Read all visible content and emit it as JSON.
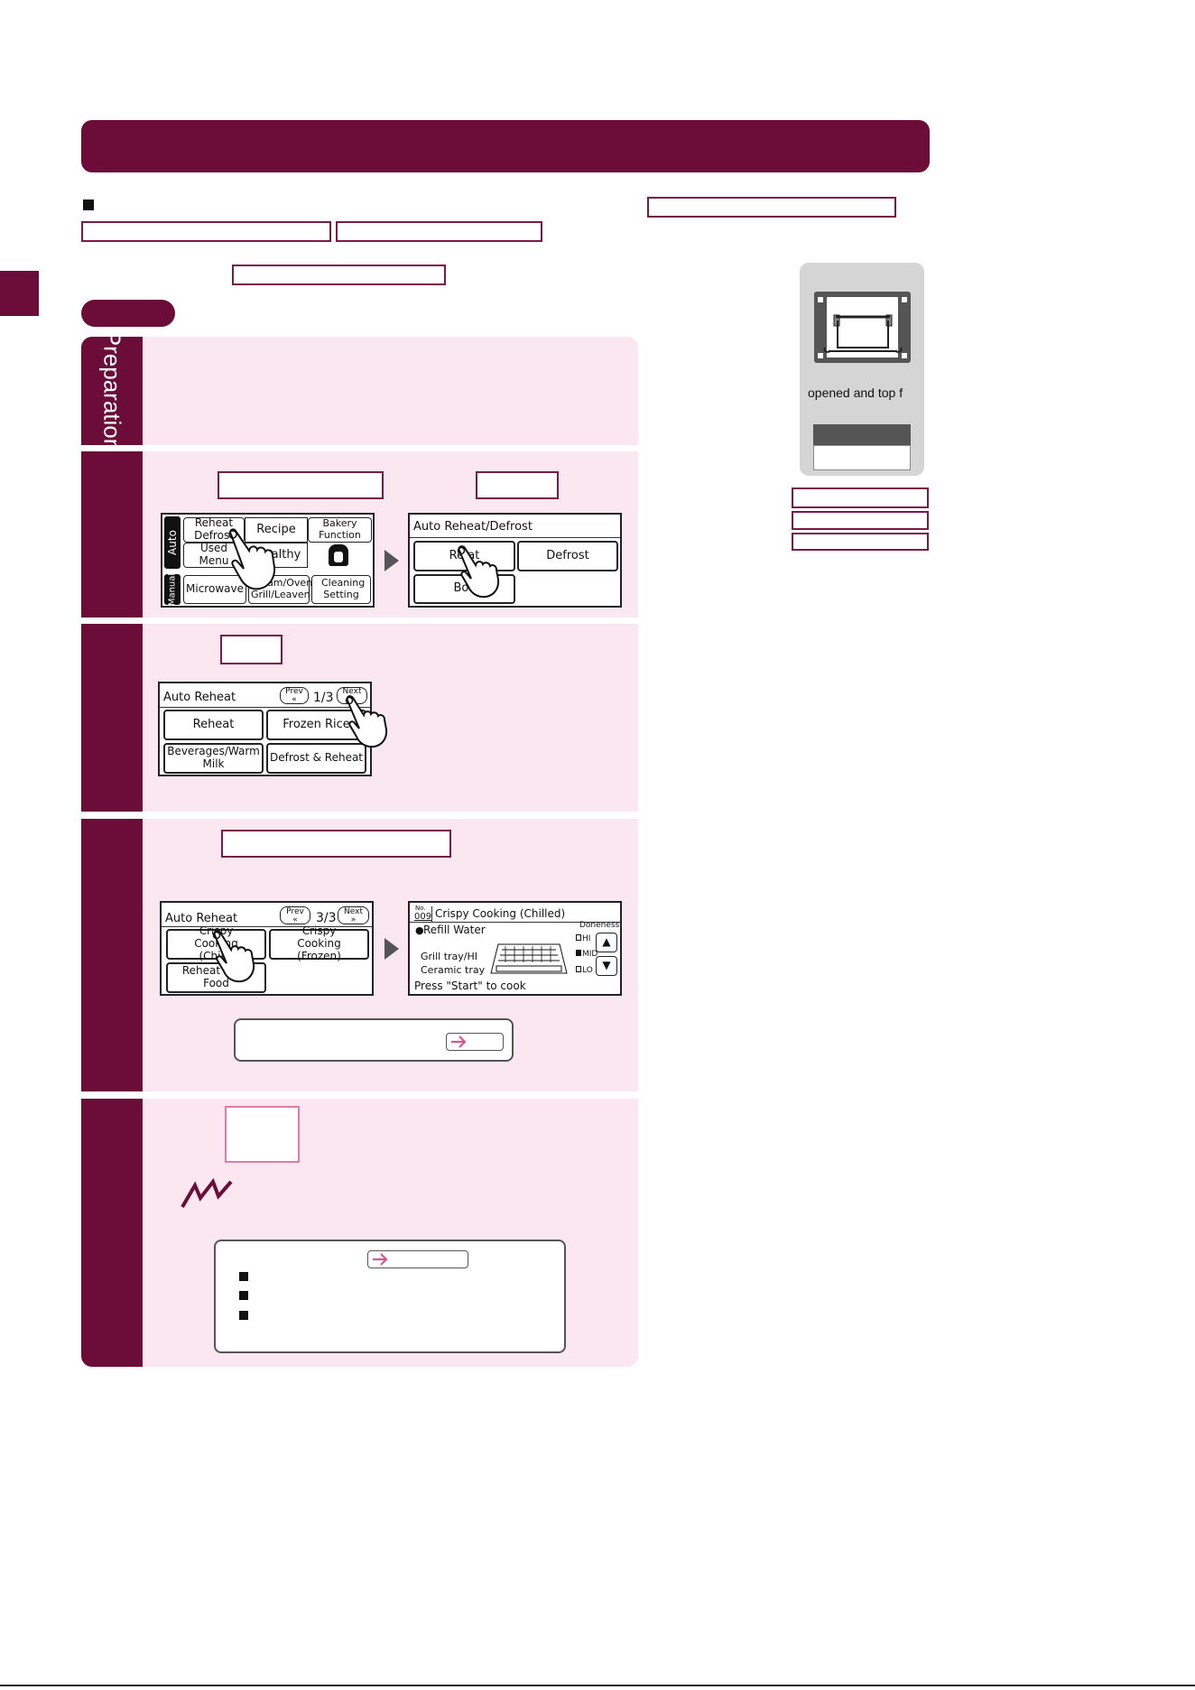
{
  "section": {
    "vertical_label": "Preparation"
  },
  "screen_main_menu": {
    "auto_label": "Auto",
    "manual_label": "Manual",
    "reheat_defrost": "Reheat Defrost",
    "recipe": "Recipe",
    "bakery_function": "Bakery Function",
    "used_menu": "Used Menu",
    "healthy": "ealthy",
    "microwave": "Microwave",
    "steam_oven": "Steam/Oven Grill/Leaven",
    "cleaning_setting": "Cleaning Setting"
  },
  "screen_reheat_defrost": {
    "header": "Auto Reheat/Defrost",
    "reheat": "Re at",
    "defrost": "Defrost",
    "boil": "Boil"
  },
  "screen_auto_reheat_1": {
    "header": "Auto Reheat",
    "prev": "Prev",
    "page": "1/3",
    "next": "Next",
    "items": [
      "Reheat",
      "Frozen Rice",
      "Beverages/Warm Milk",
      "Defrost & Reheat"
    ]
  },
  "screen_auto_reheat_3": {
    "header": "Auto Reheat",
    "prev": "Prev",
    "page": "3/3",
    "next": "Next",
    "crispy_chilled": "Crispy Cooking (Chille",
    "crispy_frozen": "Crispy Cooking (Frozen)",
    "reheat_fried": "Reheat Fried Food"
  },
  "screen_crispy_detail": {
    "no_label": "No.",
    "no_value": "009",
    "title": "Crispy Cooking (Chilled)",
    "refill_water": "Refill Water",
    "doneness_label": "Doneness",
    "hi": "HI",
    "mid": "MID",
    "lo": "LO",
    "grill_tray": "Grill tray/HI",
    "ceramic_tray": "Ceramic tray",
    "press_start": "Press \"Start\" to cook"
  },
  "sidebar": {
    "caption": "opened and top f"
  },
  "colors": {
    "accent": "#6b0d38",
    "pink_bg": "#fbe7ef",
    "link_arrow": "#d9578f"
  }
}
